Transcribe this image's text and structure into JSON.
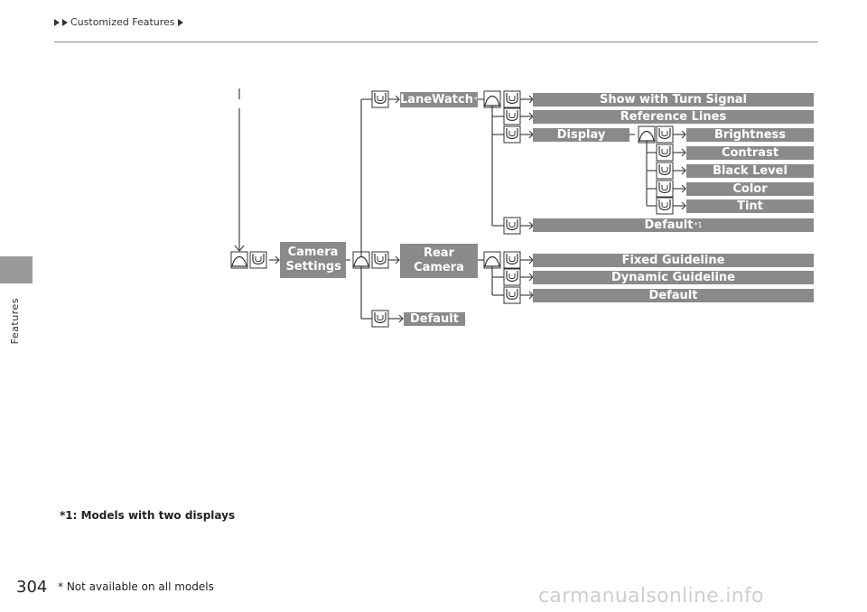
{
  "header": {
    "breadcrumb": "Customized Features"
  },
  "sidebar": {
    "label": "Features"
  },
  "tree": {
    "root": "Camera Settings",
    "lanewatch": {
      "label": "LaneWatch",
      "mark": "*",
      "options": [
        "Show with Turn Signal",
        "Reference Lines",
        "Display"
      ],
      "display_options": [
        "Brightness",
        "Contrast",
        "Black Level",
        "Color",
        "Tint"
      ],
      "default": "Default",
      "default_mark": "*1"
    },
    "rear_camera": {
      "label": "Rear Camera",
      "options": [
        "Fixed Guideline",
        "Dynamic Guideline",
        "Default"
      ]
    },
    "default": "Default"
  },
  "footnote": "*1: Models with two displays",
  "page_number": "304",
  "not_available": "* Not available on all models",
  "watermark": "carmanualsonline.info",
  "colors": {
    "box": "#8a8a8a",
    "line": "#444444"
  },
  "icons": [
    "menu-knob-icon",
    "select-knob-icon"
  ]
}
